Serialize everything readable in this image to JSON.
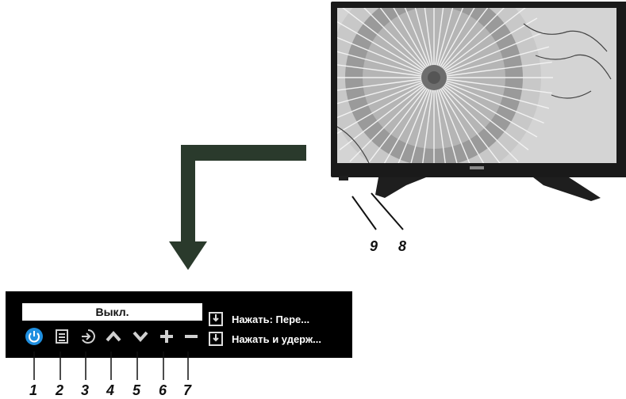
{
  "panel": {
    "status_text": "Выкл.",
    "hints": [
      "Нажать: Пере...",
      "Нажать и удерж..."
    ],
    "buttons": [
      {
        "number": "1",
        "icon": "power-icon"
      },
      {
        "number": "2",
        "icon": "menu-icon"
      },
      {
        "number": "3",
        "icon": "input-source-icon"
      },
      {
        "number": "4",
        "icon": "chevron-up-icon"
      },
      {
        "number": "5",
        "icon": "chevron-down-icon"
      },
      {
        "number": "6",
        "icon": "plus-icon"
      },
      {
        "number": "7",
        "icon": "minus-icon"
      }
    ],
    "colors": {
      "power": "#1f8fe0",
      "icon": "#d0d0d0",
      "background": "#000000"
    }
  },
  "tv": {
    "callouts": [
      "9",
      "8"
    ]
  }
}
